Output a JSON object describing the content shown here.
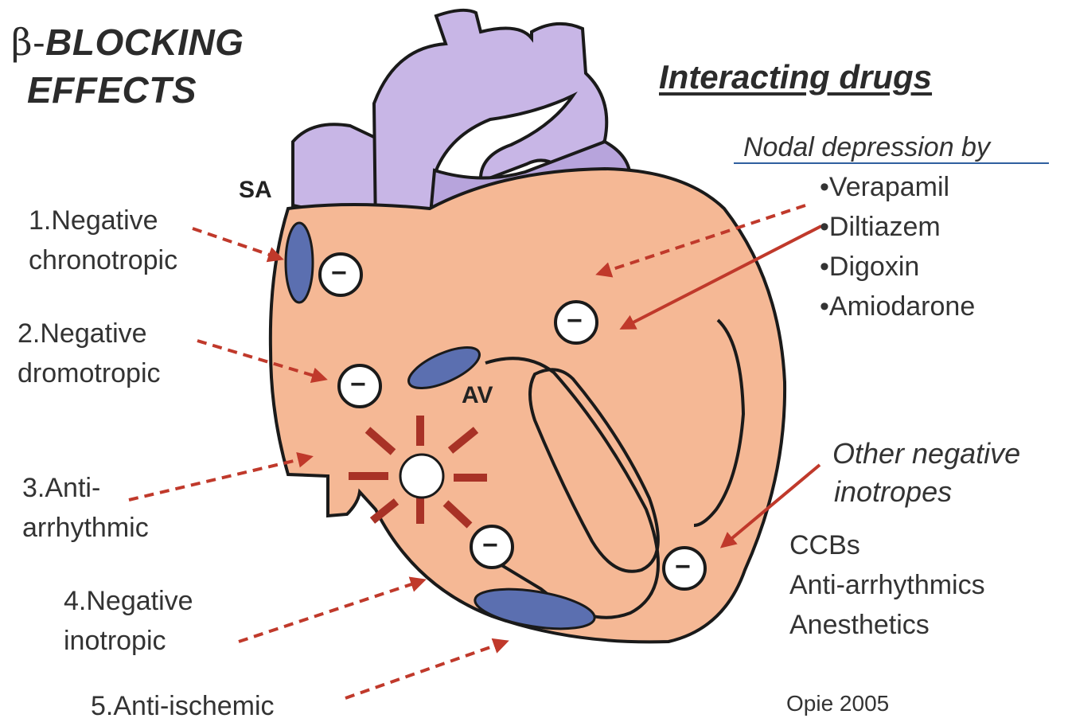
{
  "title": {
    "beta": "β-",
    "line1": "BLOCKING",
    "line2": "EFFECTS"
  },
  "effects": [
    {
      "line1": "1.Negative",
      "line2": "chronotropic"
    },
    {
      "line1": "2.Negative",
      "line2": "dromotropic"
    },
    {
      "line1": "3.Anti-",
      "line2": "arrhythmic"
    },
    {
      "line1": "4.Negative",
      "line2": "inotropic"
    },
    {
      "line1": "5.Anti-ischemic",
      "line2": ""
    }
  ],
  "nodes": {
    "sa": "SA",
    "av": "AV"
  },
  "interacting": {
    "heading": "Interacting drugs",
    "nodal_heading": "Nodal depression by",
    "nodal_drugs": [
      "•Verapamil",
      "•Diltiazem",
      "•Digoxin",
      "•Amiodarone"
    ],
    "inotrope_heading_1": "Other negative",
    "inotrope_heading_2": "inotropes",
    "inotrope_drugs": [
      "CCBs",
      "Anti-arrhythmics",
      "Anesthetics"
    ]
  },
  "minus_sign": "−",
  "credit": "Opie 2005",
  "colors": {
    "heart_fill": "#f5b895",
    "vessel_fill": "#c8b6e6",
    "node_fill": "#5b6fb0",
    "arrow": "#c0392b",
    "burst": "#a83226",
    "outline": "#1a1a1a",
    "rule": "#2f5f9f"
  }
}
